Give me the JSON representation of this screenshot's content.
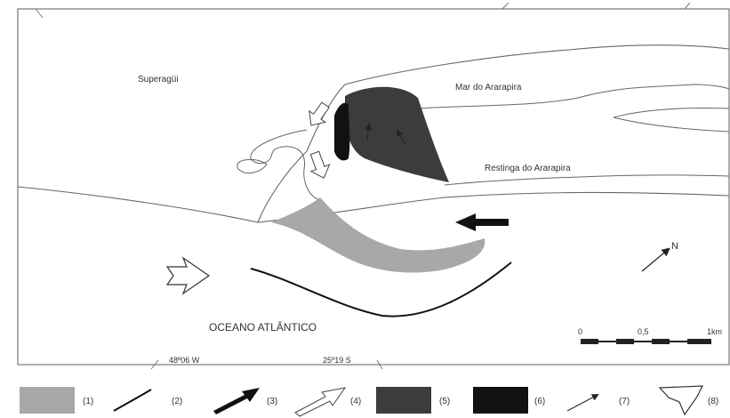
{
  "map": {
    "places": {
      "superagui": "Superagüi",
      "mar_ararapira": "Mar do Ararapira",
      "restinga_ararapira": "Restinga do Ararapira",
      "oceano": "OCEANO ATLÂNTICO"
    },
    "north": "N",
    "scale": {
      "labels": [
        "0",
        "0,5",
        "1km"
      ]
    },
    "coordinates": {
      "longitude": "48º06 W",
      "latitude": "25º19 S"
    }
  },
  "legend": {
    "items": [
      {
        "label": "(1)",
        "symbol": "light-gray-box"
      },
      {
        "label": "(2)",
        "symbol": "black-line"
      },
      {
        "label": "(3)",
        "symbol": "black-arrow"
      },
      {
        "label": "(4)",
        "symbol": "white-arrow"
      },
      {
        "label": "(5)",
        "symbol": "dark-gray-box"
      },
      {
        "label": "(6)",
        "symbol": "black-box"
      },
      {
        "label": "(7)",
        "symbol": "thin-arrow"
      },
      {
        "label": "(8)",
        "symbol": "outline-arrow"
      }
    ]
  },
  "colors": {
    "light_gray": "#a8a8a8",
    "dark_gray": "#3c3c3c",
    "black": "#111111",
    "line": "#555555"
  }
}
